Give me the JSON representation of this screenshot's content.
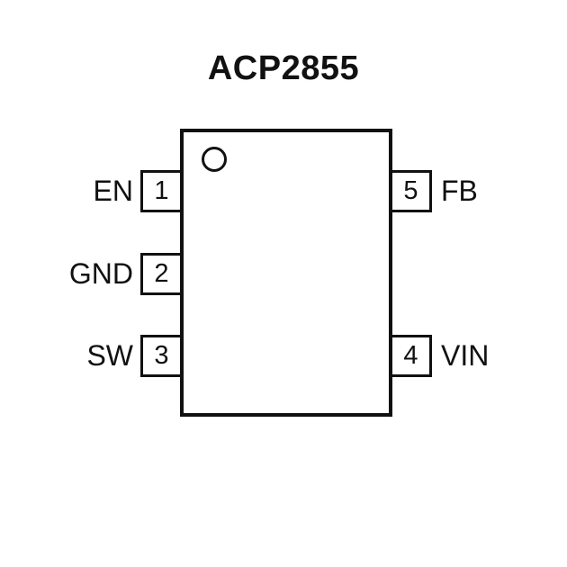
{
  "title": "ACP2855",
  "colors": {
    "line": "#111111",
    "background": "#ffffff"
  },
  "chip": {
    "package_marker": "pin-1-indicator-dot"
  },
  "pins": [
    {
      "number": "1",
      "name": "EN",
      "side": "left"
    },
    {
      "number": "2",
      "name": "GND",
      "side": "left"
    },
    {
      "number": "3",
      "name": "SW",
      "side": "left"
    },
    {
      "number": "4",
      "name": "VIN",
      "side": "right"
    },
    {
      "number": "5",
      "name": "FB",
      "side": "right"
    }
  ]
}
